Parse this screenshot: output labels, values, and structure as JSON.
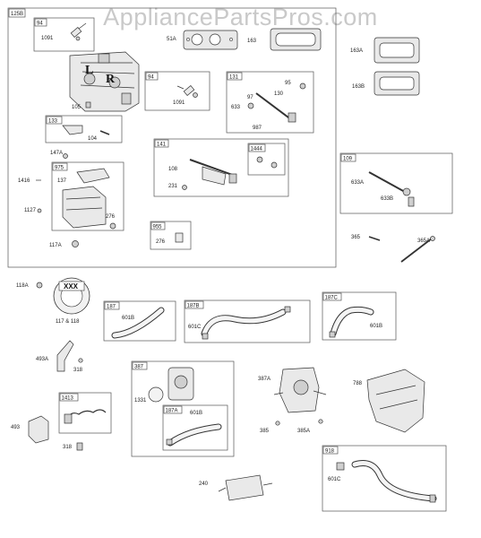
{
  "watermark": "AppliancePartsPros.com",
  "labels": {
    "l125b": "125B",
    "l94a": "94",
    "l1091a": "1091",
    "l51a": "51A",
    "l163": "163",
    "l163a": "163A",
    "l163b": "163B",
    "lL": "L",
    "lR": "R",
    "l94b": "94",
    "l1091b": "1091",
    "l105": "105",
    "l131": "131",
    "l95": "95",
    "l130": "130",
    "l97": "97",
    "l633": "633",
    "l987": "987",
    "l133": "133",
    "l104": "104",
    "l147a": "147A",
    "l141": "141",
    "l1444": "1444",
    "l108": "108",
    "l231": "231",
    "l109": "109",
    "l633a": "633A",
    "l633b": "633B",
    "l975": "975",
    "l1416": "1416",
    "l137": "137",
    "l1127": "1127",
    "l276a": "276",
    "l117a": "117A",
    "l955": "955",
    "l276b": "276",
    "l365": "365",
    "l365a": "365A",
    "l118a": "118A",
    "lxxx": "XXX",
    "l117and118": "117 & 118",
    "l187": "187",
    "l601ba": "601B",
    "l187b": "187B",
    "l601c": "601C",
    "l187c": "187C",
    "l601bb": "601B",
    "l493a": "493A",
    "l318a": "318",
    "l387": "387",
    "l1331": "1331",
    "l187a": "187A",
    "l601bc": "601B",
    "l387a": "387A",
    "l385": "385",
    "l385a": "385A",
    "l788": "788",
    "l1413": "1413",
    "l493": "493",
    "l318b": "318",
    "l918": "918",
    "l601cb": "601C",
    "l240": "240"
  }
}
